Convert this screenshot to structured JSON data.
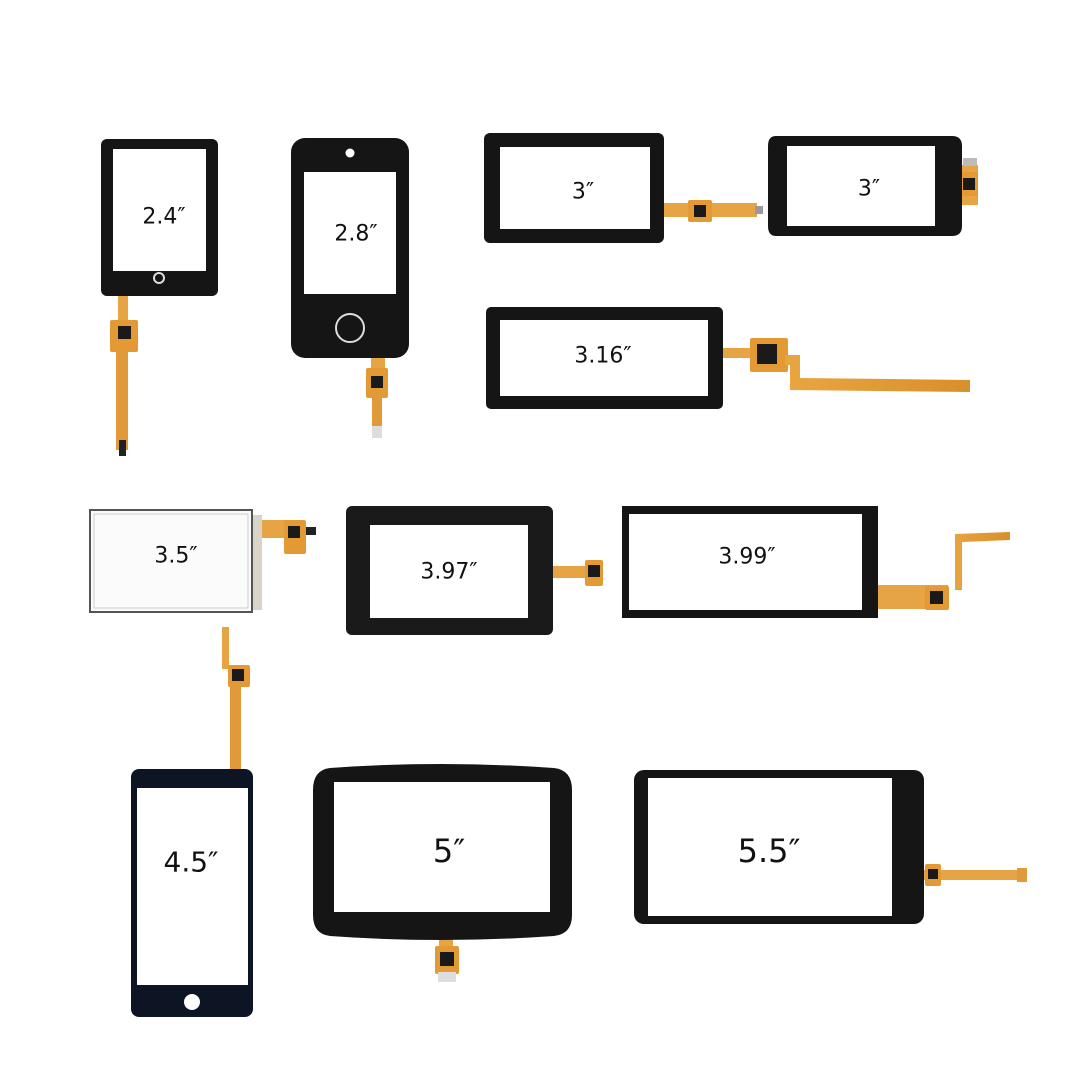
{
  "panels": [
    {
      "id": "p24",
      "label": "2.4″"
    },
    {
      "id": "p28",
      "label": "2.8″"
    },
    {
      "id": "p3a",
      "label": "3″"
    },
    {
      "id": "p3b",
      "label": "3″"
    },
    {
      "id": "p316",
      "label": "3.16″"
    },
    {
      "id": "p35",
      "label": "3.5″"
    },
    {
      "id": "p397",
      "label": "3.97″"
    },
    {
      "id": "p399",
      "label": "3.99″"
    },
    {
      "id": "p45",
      "label": "4.5″"
    },
    {
      "id": "p5",
      "label": "5″"
    },
    {
      "id": "p55",
      "label": "5.5″"
    }
  ],
  "colors": {
    "bezel": "#151515",
    "bezel_dark_blue": "#0d1424",
    "screen": "#ffffff",
    "flex": "#e8a33c",
    "flex_dark": "#c98425",
    "chip": "#1a1a1a",
    "label": "#111111"
  }
}
